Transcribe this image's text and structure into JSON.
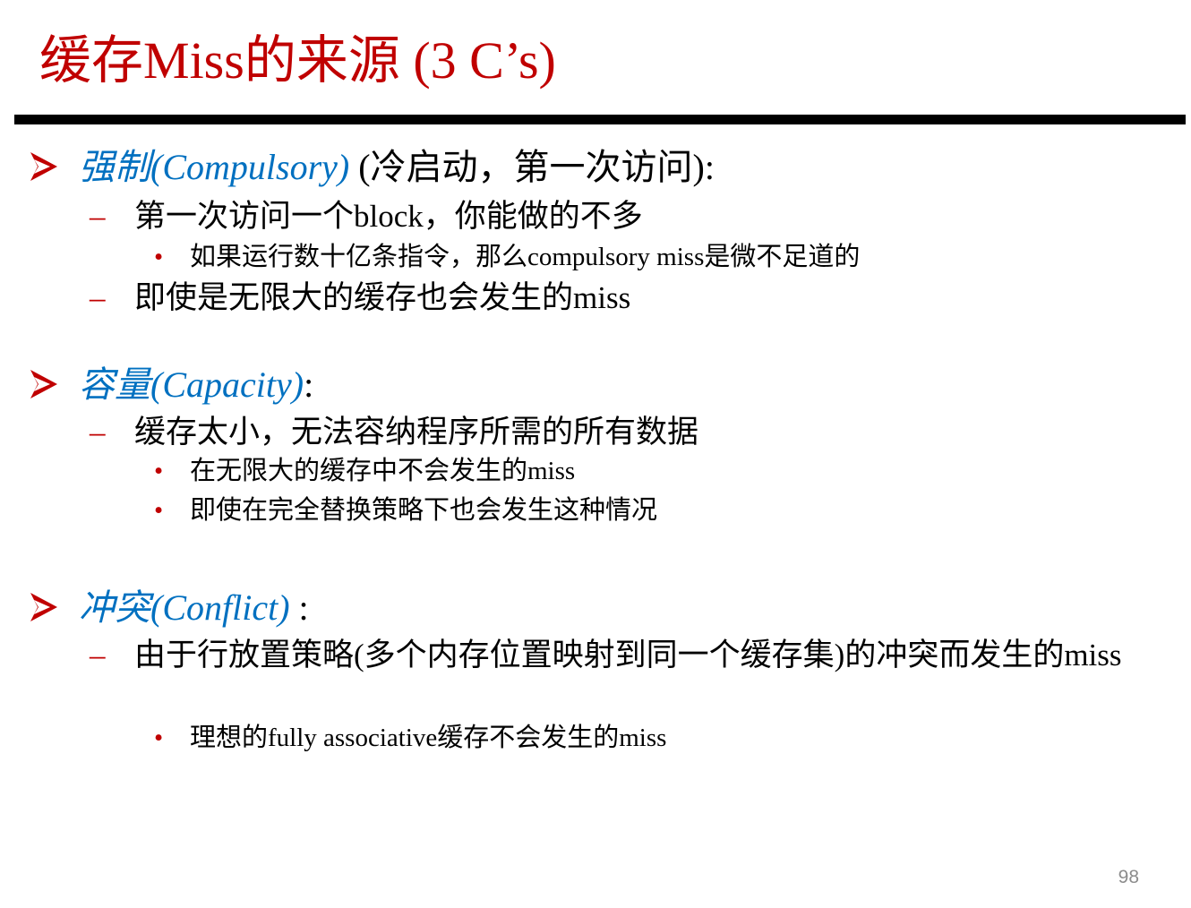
{
  "title": "缓存Miss的来源 (3 C’s)",
  "page_number": "98",
  "colors": {
    "title": "#c00000",
    "term": "#0070c0",
    "marker": "#c00000"
  },
  "sections": [
    {
      "term": "强制(Compulsory)",
      "rest": " (冷启动，第一次访问):",
      "items": [
        {
          "text": "第一次访问一个block，你能做的不多",
          "subitems": [
            "如果运行数十亿条指令，那么compulsory miss是微不足道的"
          ]
        },
        {
          "text": "即使是无限大的缓存也会发生的miss"
        }
      ]
    },
    {
      "term": "容量(Capacity)",
      "rest": ":",
      "items": [
        {
          "text": "缓存太小，无法容纳程序所需的所有数据",
          "subitems": [
            "在无限大的缓存中不会发生的miss",
            "即使在完全替换策略下也会发生这种情况"
          ]
        }
      ]
    },
    {
      "term": "冲突(Conflict)",
      "rest": " :",
      "items": [
        {
          "text": "由于行放置策略(多个内存位置映射到同一个缓存集)的冲突而发生的miss",
          "subitems": [
            "理想的fully associative缓存不会发生的miss"
          ]
        }
      ]
    }
  ],
  "markers": {
    "dash": "–",
    "bullet": "•"
  }
}
